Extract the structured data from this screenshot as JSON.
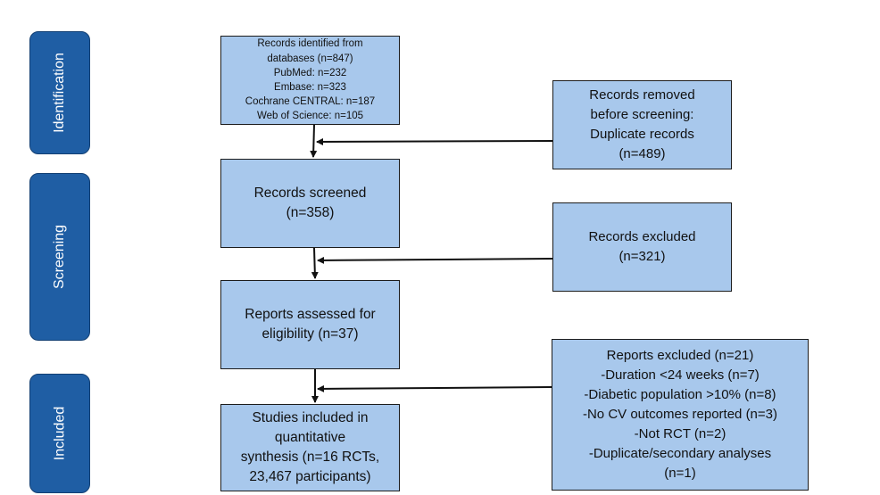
{
  "stages": [
    {
      "id": "identification",
      "label": "Identification"
    },
    {
      "id": "screening",
      "label": "Screening"
    },
    {
      "id": "included",
      "label": "Included"
    }
  ],
  "boxes": {
    "identified": {
      "lines": [
        "Records identified from",
        "databases (n=847)",
        "PubMed: n=232",
        "Embase: n=323",
        "Cochrane CENTRAL: n=187",
        "Web of Science: n=105"
      ]
    },
    "removed": {
      "lines": [
        "Records removed",
        "before screening:",
        "Duplicate records",
        "(n=489)"
      ]
    },
    "screened": {
      "lines": [
        "Records screened",
        "(n=358)"
      ]
    },
    "excluded": {
      "lines": [
        "Records excluded",
        "(n=321)"
      ]
    },
    "assessed": {
      "lines": [
        "Reports assessed for",
        "eligibility (n=37)"
      ]
    },
    "reports_excluded": {
      "lines": [
        "Reports excluded (n=21)",
        "-Duration <24 weeks (n=7)",
        "-Diabetic population >10% (n=8)",
        "-No CV outcomes reported (n=3)",
        "-Not RCT (n=2)",
        "-Duplicate/secondary analyses",
        "(n=1)"
      ]
    },
    "included": {
      "lines": [
        "Studies included in",
        "quantitative",
        "synthesis  (n=16 RCTs,",
        "23,467 participants)"
      ]
    }
  }
}
